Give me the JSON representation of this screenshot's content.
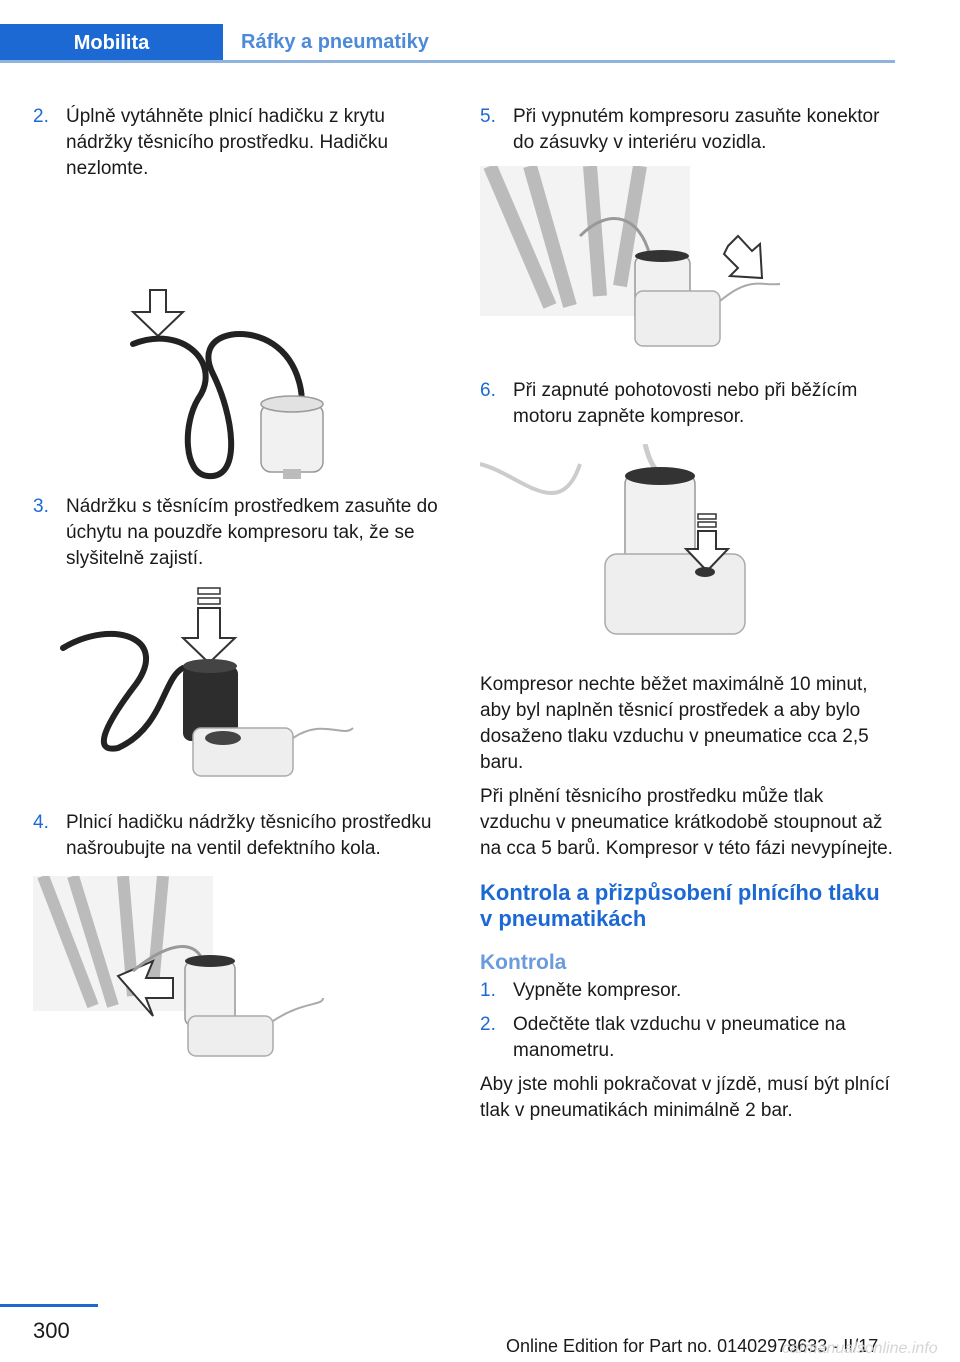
{
  "header": {
    "tab_active": "Mobilita",
    "tab_inactive": "Ráfky a pneumatiky"
  },
  "left_steps": [
    {
      "num": "2.",
      "text": "Úplně vytáhněte plnicí hadičku z krytu nádržky těsnicího prostředku. Hadičku nezlomte."
    },
    {
      "num": "3.",
      "text": "Nádržku s těsnícím prostředkem zasuňte do úchytu na pouzdře kompresoru tak, že se slyšitelně zajistí."
    },
    {
      "num": "4.",
      "text": "Plnicí hadičku nádržky těsnicího prostředku našroubujte na ventil defektního kola."
    }
  ],
  "right_steps": [
    {
      "num": "5.",
      "text": "Při vypnutém kompresoru zasuňte konektor do zásuvky v interiéru vozidla."
    },
    {
      "num": "6.",
      "text": "Při zapnuté pohotovosti nebo při běžícím motoru zapněte kompresor."
    }
  ],
  "paragraphs": [
    "Kompresor nechte běžet maximálně 10 minut, aby byl naplněn těsnicí prostředek a aby bylo dosaženo tlaku vzduchu v pneumatice cca 2,5 baru.",
    "Při plnění těsnicího prostředku může tlak vzduchu v pneumatice krátkodobě stoupnout až na cca 5 barů. Kompresor v této fázi nevypínejte."
  ],
  "section_title": "Kontrola a přizpůsobení plnícího tlaku v pneumatikách",
  "subsection_title": "Kontrola",
  "check_steps": [
    {
      "num": "1.",
      "text": "Vypněte kompresor."
    },
    {
      "num": "2.",
      "text": "Odečtěte tlak vzduchu v pneumatice na manometru."
    }
  ],
  "closing_paragraph": "Aby jste mohli pokračovat v jízdě, musí být plnící tlak v pneumatikách minimálně 2 bar.",
  "footer": {
    "page_number": "300",
    "edition": "Online Edition for Part no. 01402978633 - II/17",
    "watermark": "carmanualsonline.info"
  },
  "colors": {
    "accent": "#1c69d4",
    "header_line": "#8fb3dd"
  }
}
